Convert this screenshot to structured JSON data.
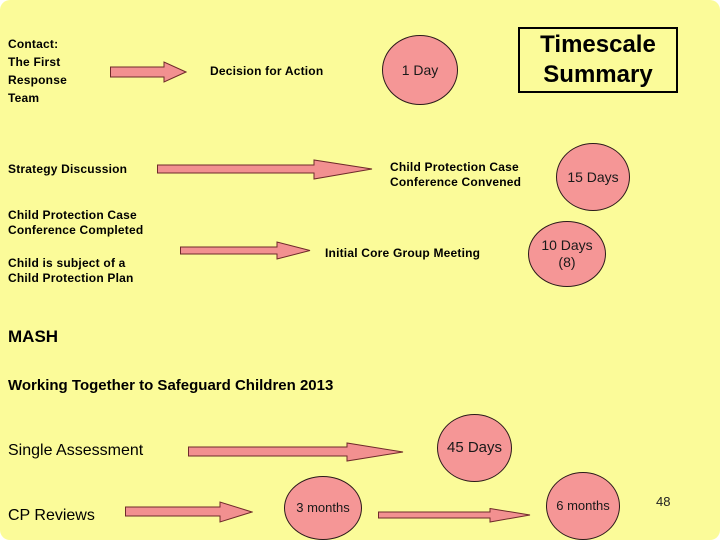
{
  "slide": {
    "page_number": "48",
    "background_color": "#FBFB99",
    "shape_fill_color": "#F59696",
    "shape_outline_color": "#6E2A2A",
    "text_color": "#000000"
  },
  "title_box": {
    "label": "Timescale\nSummary"
  },
  "flow": {
    "contact": "Contact:\nThe First\nResponse\nTeam",
    "decision_for_action": "Decision for Action",
    "one_day": "1 Day",
    "strategy_discussion": "Strategy Discussion",
    "conference_convened": "Child Protection Case\nConference Convened",
    "fifteen_days": "15 Days",
    "conference_completed": "Child Protection Case\nConference Completed",
    "child_subject": "Child is subject of a\nChild Protection Plan",
    "initial_core_group": "Initial Core Group Meeting",
    "ten_days": "10 Days\n(8)",
    "mash": "MASH",
    "working_together": "Working Together to Safeguard Children 2013",
    "single_assessment": "Single Assessment",
    "forty_five_days": "45 Days",
    "cp_reviews": "CP Reviews",
    "three_months": "3 months",
    "six_months": "6 months"
  }
}
